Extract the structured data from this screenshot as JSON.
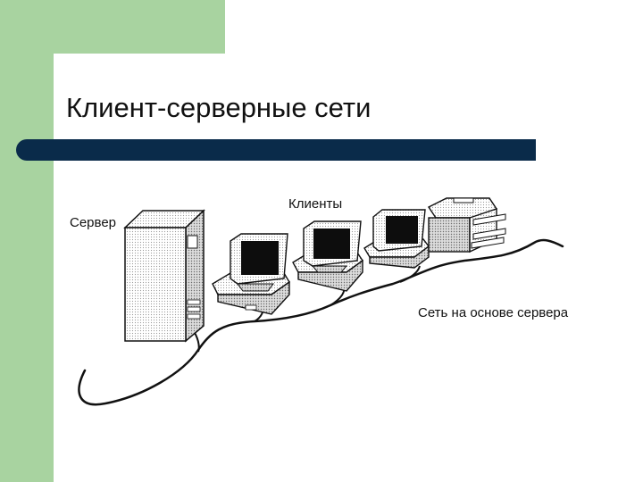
{
  "slide": {
    "title": "Клиент-серверные сети"
  },
  "diagram": {
    "server_label": "Сервер",
    "clients_label": "Клиенты",
    "network_label": "Сеть на основе сервера"
  },
  "colors": {
    "sidebar_green": "#a8d3a0",
    "title_bar_navy": "#0a2b4a"
  }
}
